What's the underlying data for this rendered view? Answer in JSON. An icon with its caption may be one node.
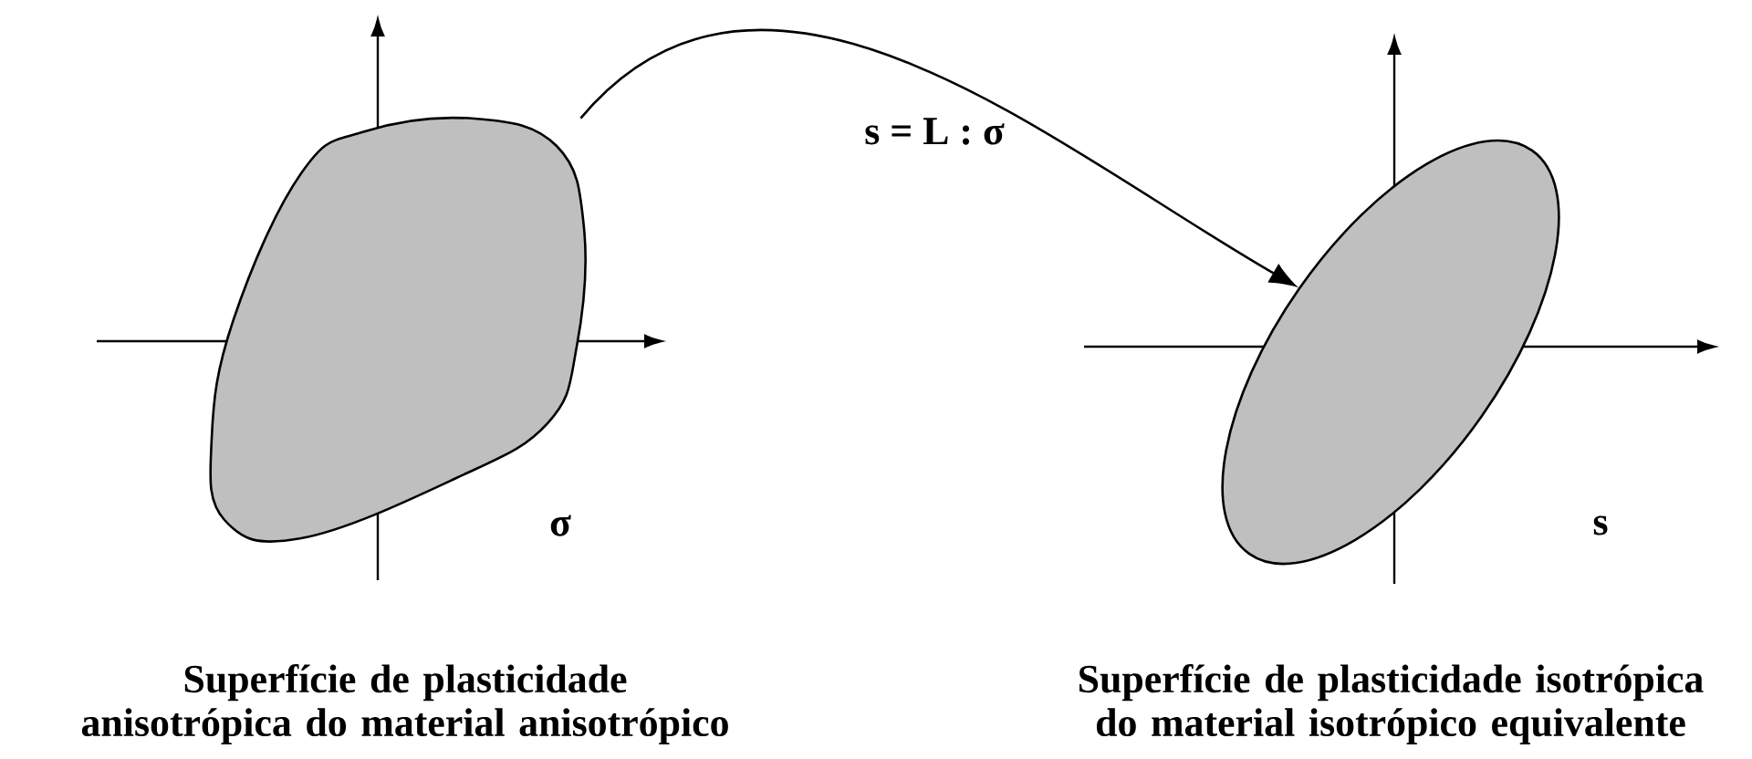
{
  "diagram": {
    "nodes": [
      {
        "text": [],
        "shape": "blob",
        "beside": [
          "σ",
          "Superfície de plasticidade anisotrópica do material anisotrópico"
        ]
      },
      {
        "text": [],
        "shape": "ellipse",
        "beside": [
          "s",
          "Superfície de plasticidade isotrópica do material isotrópico equivalente"
        ]
      }
    ],
    "edges": [
      {
        "from": 0,
        "to": 1,
        "arrow": "to",
        "label": "s = L : σ"
      }
    ]
  }
}
